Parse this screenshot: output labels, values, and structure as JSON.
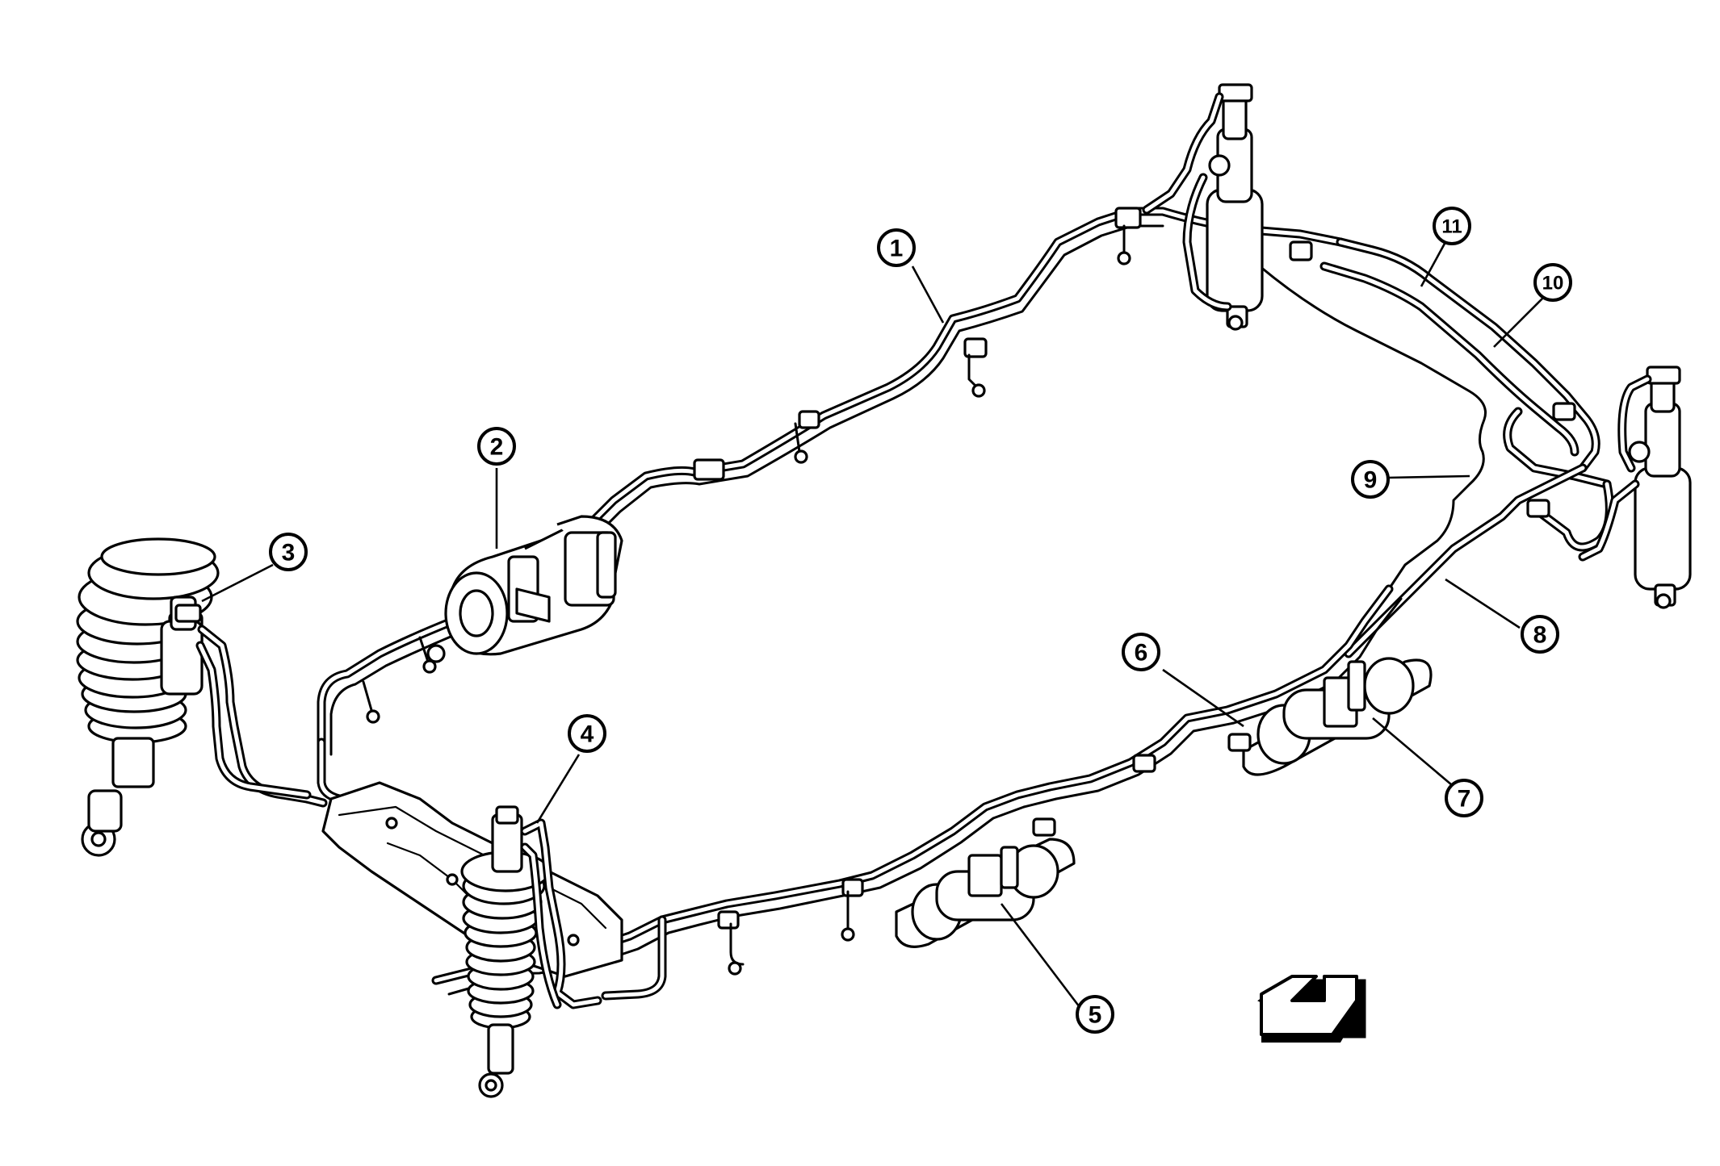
{
  "callouts": [
    {
      "label": "1"
    },
    {
      "label": "2"
    },
    {
      "label": "3"
    },
    {
      "label": "4"
    },
    {
      "label": "5"
    },
    {
      "label": "6"
    },
    {
      "label": "7"
    },
    {
      "label": "8"
    },
    {
      "label": "9"
    },
    {
      "label": "10"
    },
    {
      "label": "11"
    }
  ],
  "icons": {
    "direction": "front-direction-arrow-icon"
  },
  "colors": {
    "ink": "#000000",
    "paper": "#ffffff"
  }
}
